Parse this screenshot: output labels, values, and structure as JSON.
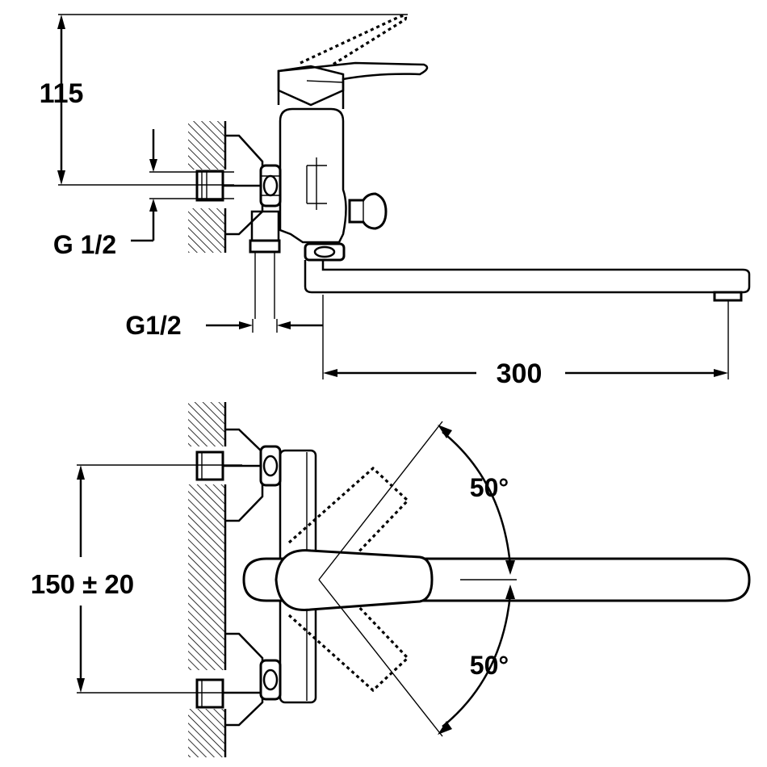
{
  "dimensions": {
    "height_label": "115",
    "inlet_thread_label": "G 1/2",
    "outlet_thread_label": "G1/2",
    "spout_reach_label": "300",
    "inlet_spacing_label": "150 ± 20",
    "rotation_up_label": "50°",
    "rotation_down_label": "50°"
  },
  "colors": {
    "line": "#000000",
    "background": "#ffffff"
  }
}
